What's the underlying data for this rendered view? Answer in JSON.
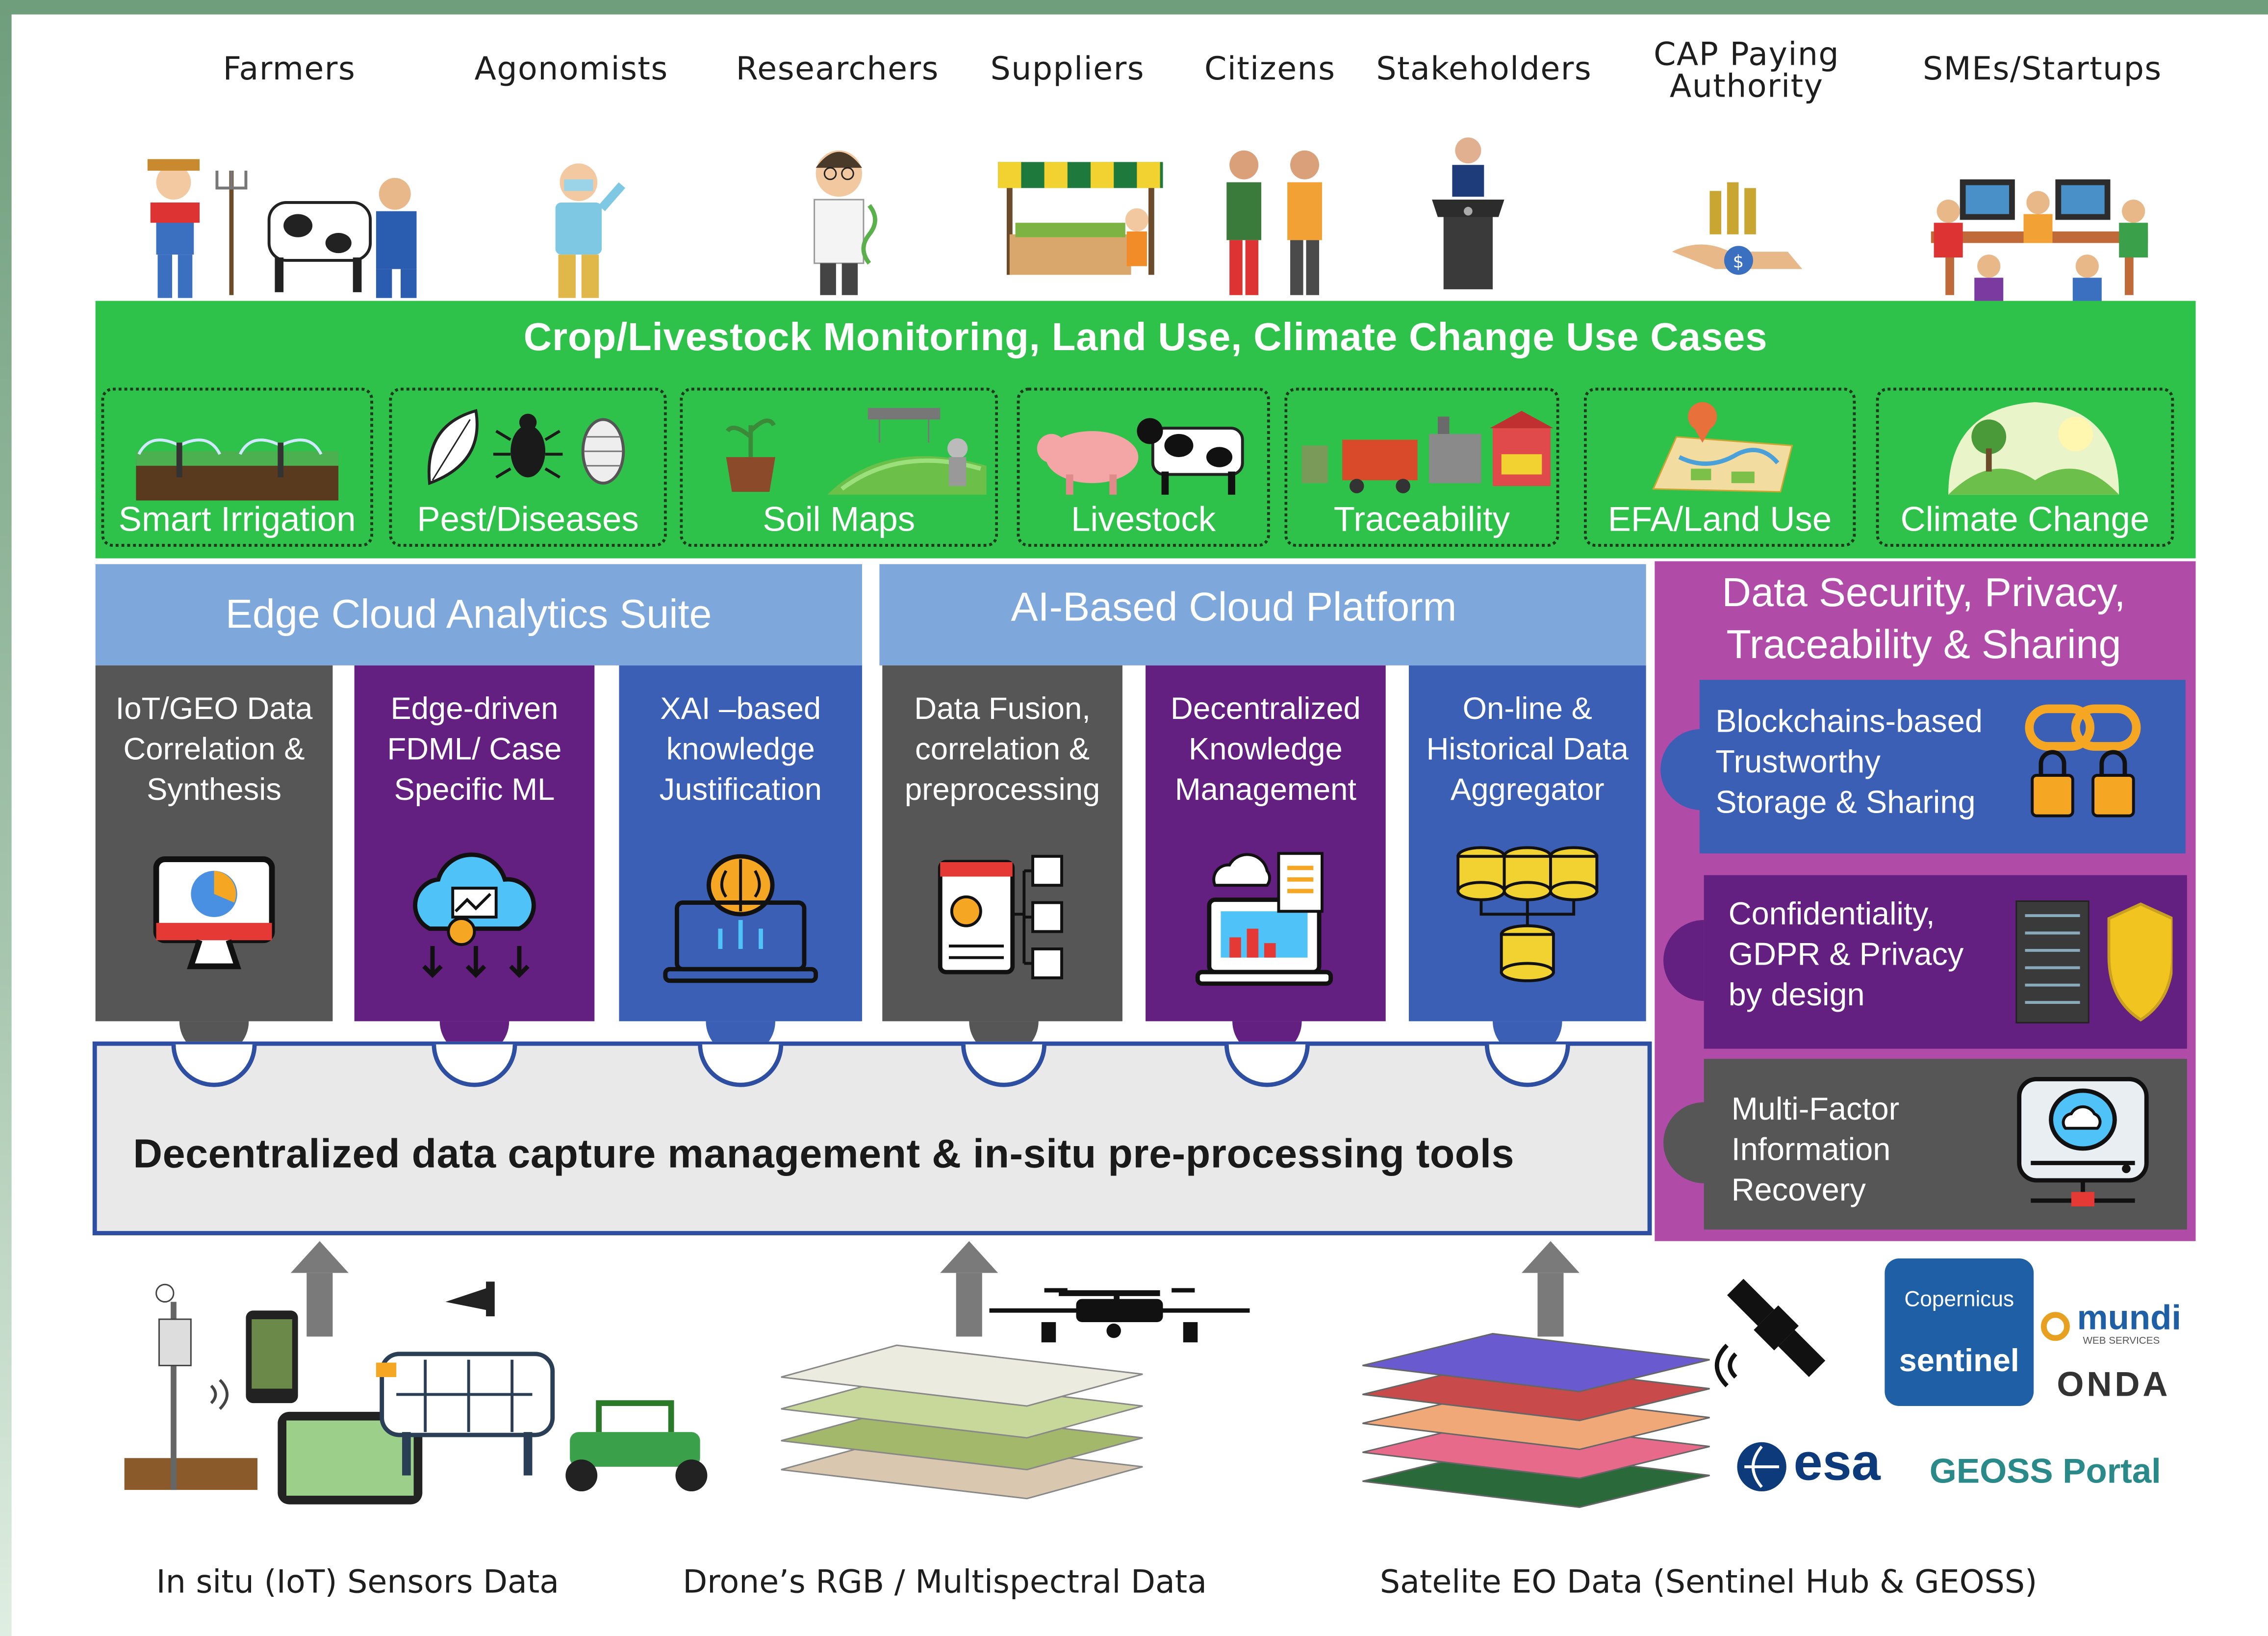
{
  "stakeholders": [
    {
      "label": "Farmers"
    },
    {
      "label": "Agonomists"
    },
    {
      "label": "Researchers"
    },
    {
      "label": "Suppliers"
    },
    {
      "label": "Citizens"
    },
    {
      "label": "Stakeholders"
    },
    {
      "label": "CAP Paying\nAuthority"
    },
    {
      "label": "SMEs/Startups"
    }
  ],
  "use_cases": {
    "title": "Crop/Livestock Monitoring, Land Use, Climate Change Use Cases",
    "items": [
      {
        "label": "Smart Irrigation"
      },
      {
        "label": "Pest/Diseases"
      },
      {
        "label": "Soil Maps"
      },
      {
        "label": "Livestock"
      },
      {
        "label": "Traceability"
      },
      {
        "label": "EFA/Land Use"
      },
      {
        "label": "Climate Change"
      }
    ]
  },
  "edge_suite": {
    "title": "Edge Cloud Analytics Suite",
    "modules": [
      {
        "label": "IoT/GEO Data\nCorrelation &\nSynthesis"
      },
      {
        "label": "Edge-driven\nFDML/ Case\nSpecific ML"
      },
      {
        "label": "XAI –based\nknowledge\nJustification"
      }
    ]
  },
  "cloud_platform": {
    "title": "AI-Based Cloud Platform",
    "modules": [
      {
        "label": "Data Fusion,\ncorrelation  &\npreprocessing"
      },
      {
        "label": "Decentralized\nKnowledge\nManagement"
      },
      {
        "label": "On-line &\nHistorical Data\nAggregator"
      }
    ]
  },
  "security": {
    "title": "Data Security, Privacy,\nTraceability & Sharing",
    "items": [
      {
        "label": "Blockchains-based\nTrustworthy\nStorage & Sharing"
      },
      {
        "label": "Confidentiality,\nGDPR & Privacy\nby design"
      },
      {
        "label": "Multi-Factor\nInformation\nRecovery"
      }
    ]
  },
  "capture_layer": {
    "label": "Decentralized data capture management & in-situ pre-processing tools"
  },
  "sources": [
    {
      "label": "In situ (IoT) Sensors Data"
    },
    {
      "label": "Drone’s RGB / Multispectral Data"
    },
    {
      "label": "Satelite EO Data (Sentinel Hub & GEOSS)"
    }
  ],
  "logos": {
    "copernicus": "Copernicus",
    "sentinel": "sentinel",
    "mundi": "mundi",
    "mundi_sub": "WEB SERVICES",
    "onda": "ONDA",
    "esa": "esa",
    "geoss": "GEOSS Portal"
  },
  "colors": {
    "green_band": "#2fc24b",
    "edge_header": "#7ea8dc",
    "gray_module": "#565656",
    "purple_module": "#642080",
    "blue_module": "#3b5fb5",
    "security_panel": "#b04ba8",
    "capture_border": "#2e4fa1"
  }
}
